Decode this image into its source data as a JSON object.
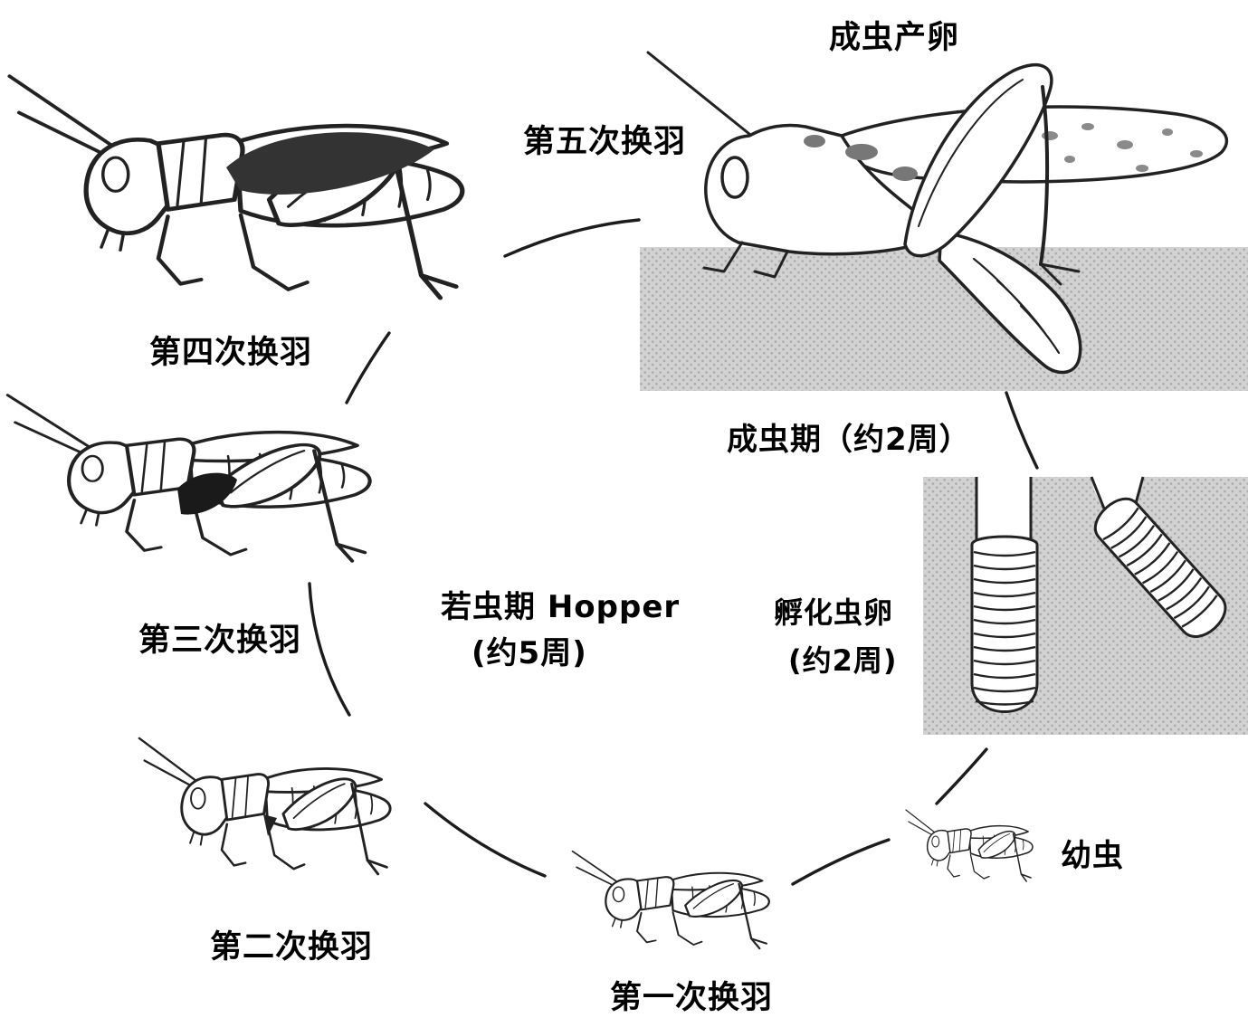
{
  "labels": {
    "adult_lays_eggs": "成虫产卵",
    "fifth_molt": "第五次换羽",
    "fourth_molt": "第四次换羽",
    "third_molt": "第三次换羽",
    "second_molt": "第二次换羽",
    "first_molt": "第一次换羽",
    "nymph_stage_title": "若虫期 Hopper",
    "nymph_stage_duration": "(约5周)",
    "adult_stage": "成虫期（约2周）",
    "hatching_title": "孵化虫卵",
    "hatching_duration": "(约2周)",
    "larva": "幼虫"
  },
  "colors": {
    "background": "#ffffff",
    "line_art": "#222222",
    "text": "#000000",
    "soil_gray": "#d2d2d2",
    "soil_dot": "#a8a8a8"
  }
}
